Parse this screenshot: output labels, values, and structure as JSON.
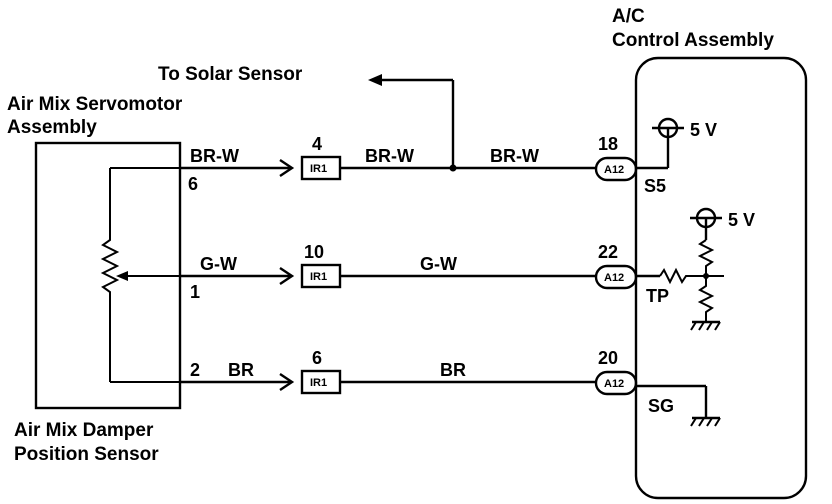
{
  "labels": {
    "servo_line1": "Air Mix Servomotor",
    "servo_line2": "Assembly",
    "sensor_line1": "Air Mix Damper",
    "sensor_line2": "Position Sensor",
    "ac_line1": "A/C",
    "ac_line2": "Control Assembly",
    "solar": "To Solar Sensor"
  },
  "wires": [
    {
      "color_left": "BR-W",
      "servo_pin": "6",
      "ir_pin": "4",
      "ir_name": "IR1",
      "color_mid": "BR-W",
      "color_right": "BR-W",
      "a12_pin": "18",
      "a12_name": "A12",
      "terminal": "S5"
    },
    {
      "color_left": "G-W",
      "servo_pin": "1",
      "ir_pin": "10",
      "ir_name": "IR1",
      "color_mid": "G-W",
      "a12_pin": "22",
      "a12_name": "A12",
      "terminal": "TP"
    },
    {
      "color_left": "BR",
      "servo_pin": "2",
      "ir_pin": "6",
      "ir_name": "IR1",
      "color_mid": "BR",
      "a12_pin": "20",
      "a12_name": "A12",
      "terminal": "SG"
    }
  ],
  "supply": {
    "top": "5 V",
    "middle": "5 V"
  }
}
